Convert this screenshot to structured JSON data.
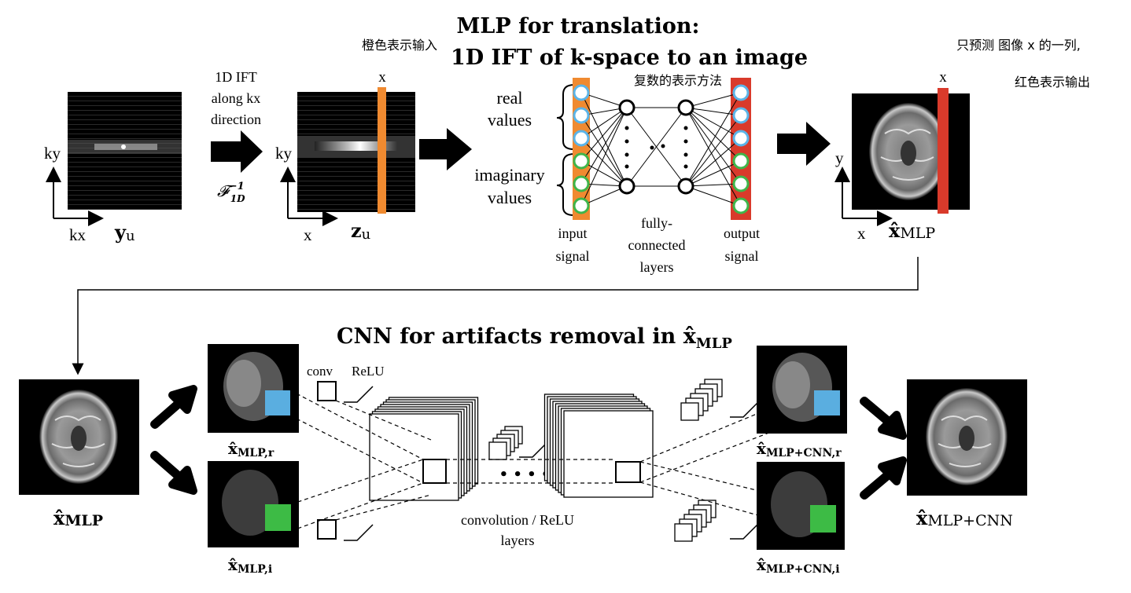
{
  "top": {
    "title_line1": "MLP for translation:",
    "title_line2": "1D IFT of k-space to an image",
    "note_orange_input": "橙色表示输入",
    "note_complex": "复数的表示方法",
    "note_predict_col": "只预测 图像 x 的一列,",
    "note_red_output": "红色表示输出",
    "ift_text_line1": "1D IFT",
    "ift_text_line2": "along kx",
    "ift_text_line3": "direction",
    "ift_symbol": "𝓕",
    "ift_sup": "−1",
    "ift_sub": "1D",
    "axis_ky": "ky",
    "axis_kx": "kx",
    "axis_x": "x",
    "axis_y": "y",
    "col_label_x": "x",
    "yu_main": "y",
    "yu_sub": "u",
    "zu_main": "z",
    "zu_sub": "u",
    "real_values_1": "real",
    "real_values_2": "values",
    "imag_values_1": "imaginary",
    "imag_values_2": "values",
    "input_signal_1": "input",
    "input_signal_2": "signal",
    "fc_1": "fully-",
    "fc_2": "connected",
    "fc_3": "layers",
    "output_signal_1": "output",
    "output_signal_2": "signal",
    "xmlp_main": "x̂",
    "xmlp_sub": "MLP"
  },
  "bottom": {
    "title_main": "CNN for artifacts removal in ",
    "title_x": "x̂",
    "title_sub": "MLP",
    "xmlp_main": "x̂",
    "xmlp_sub": "MLP",
    "xmlp_r_sub": "MLP,r",
    "xmlp_i_sub": "MLP,i",
    "xcnn_r_sub": "MLP+CNN,r",
    "xcnn_i_sub": "MLP+CNN,i",
    "xcnn_sub": "MLP+CNN",
    "conv_label": "conv",
    "relu_label": "ReLU",
    "dots": "• • • •",
    "layers_1": "convolution  / ReLU",
    "layers_2": "layers"
  },
  "colors": {
    "input_orange": "#F08A30",
    "output_red": "#D93A2B",
    "node_blue": "#5BB4E8",
    "node_green": "#3FB54A",
    "patch_blue": "#5AAEE0",
    "patch_green": "#3DBB45"
  }
}
